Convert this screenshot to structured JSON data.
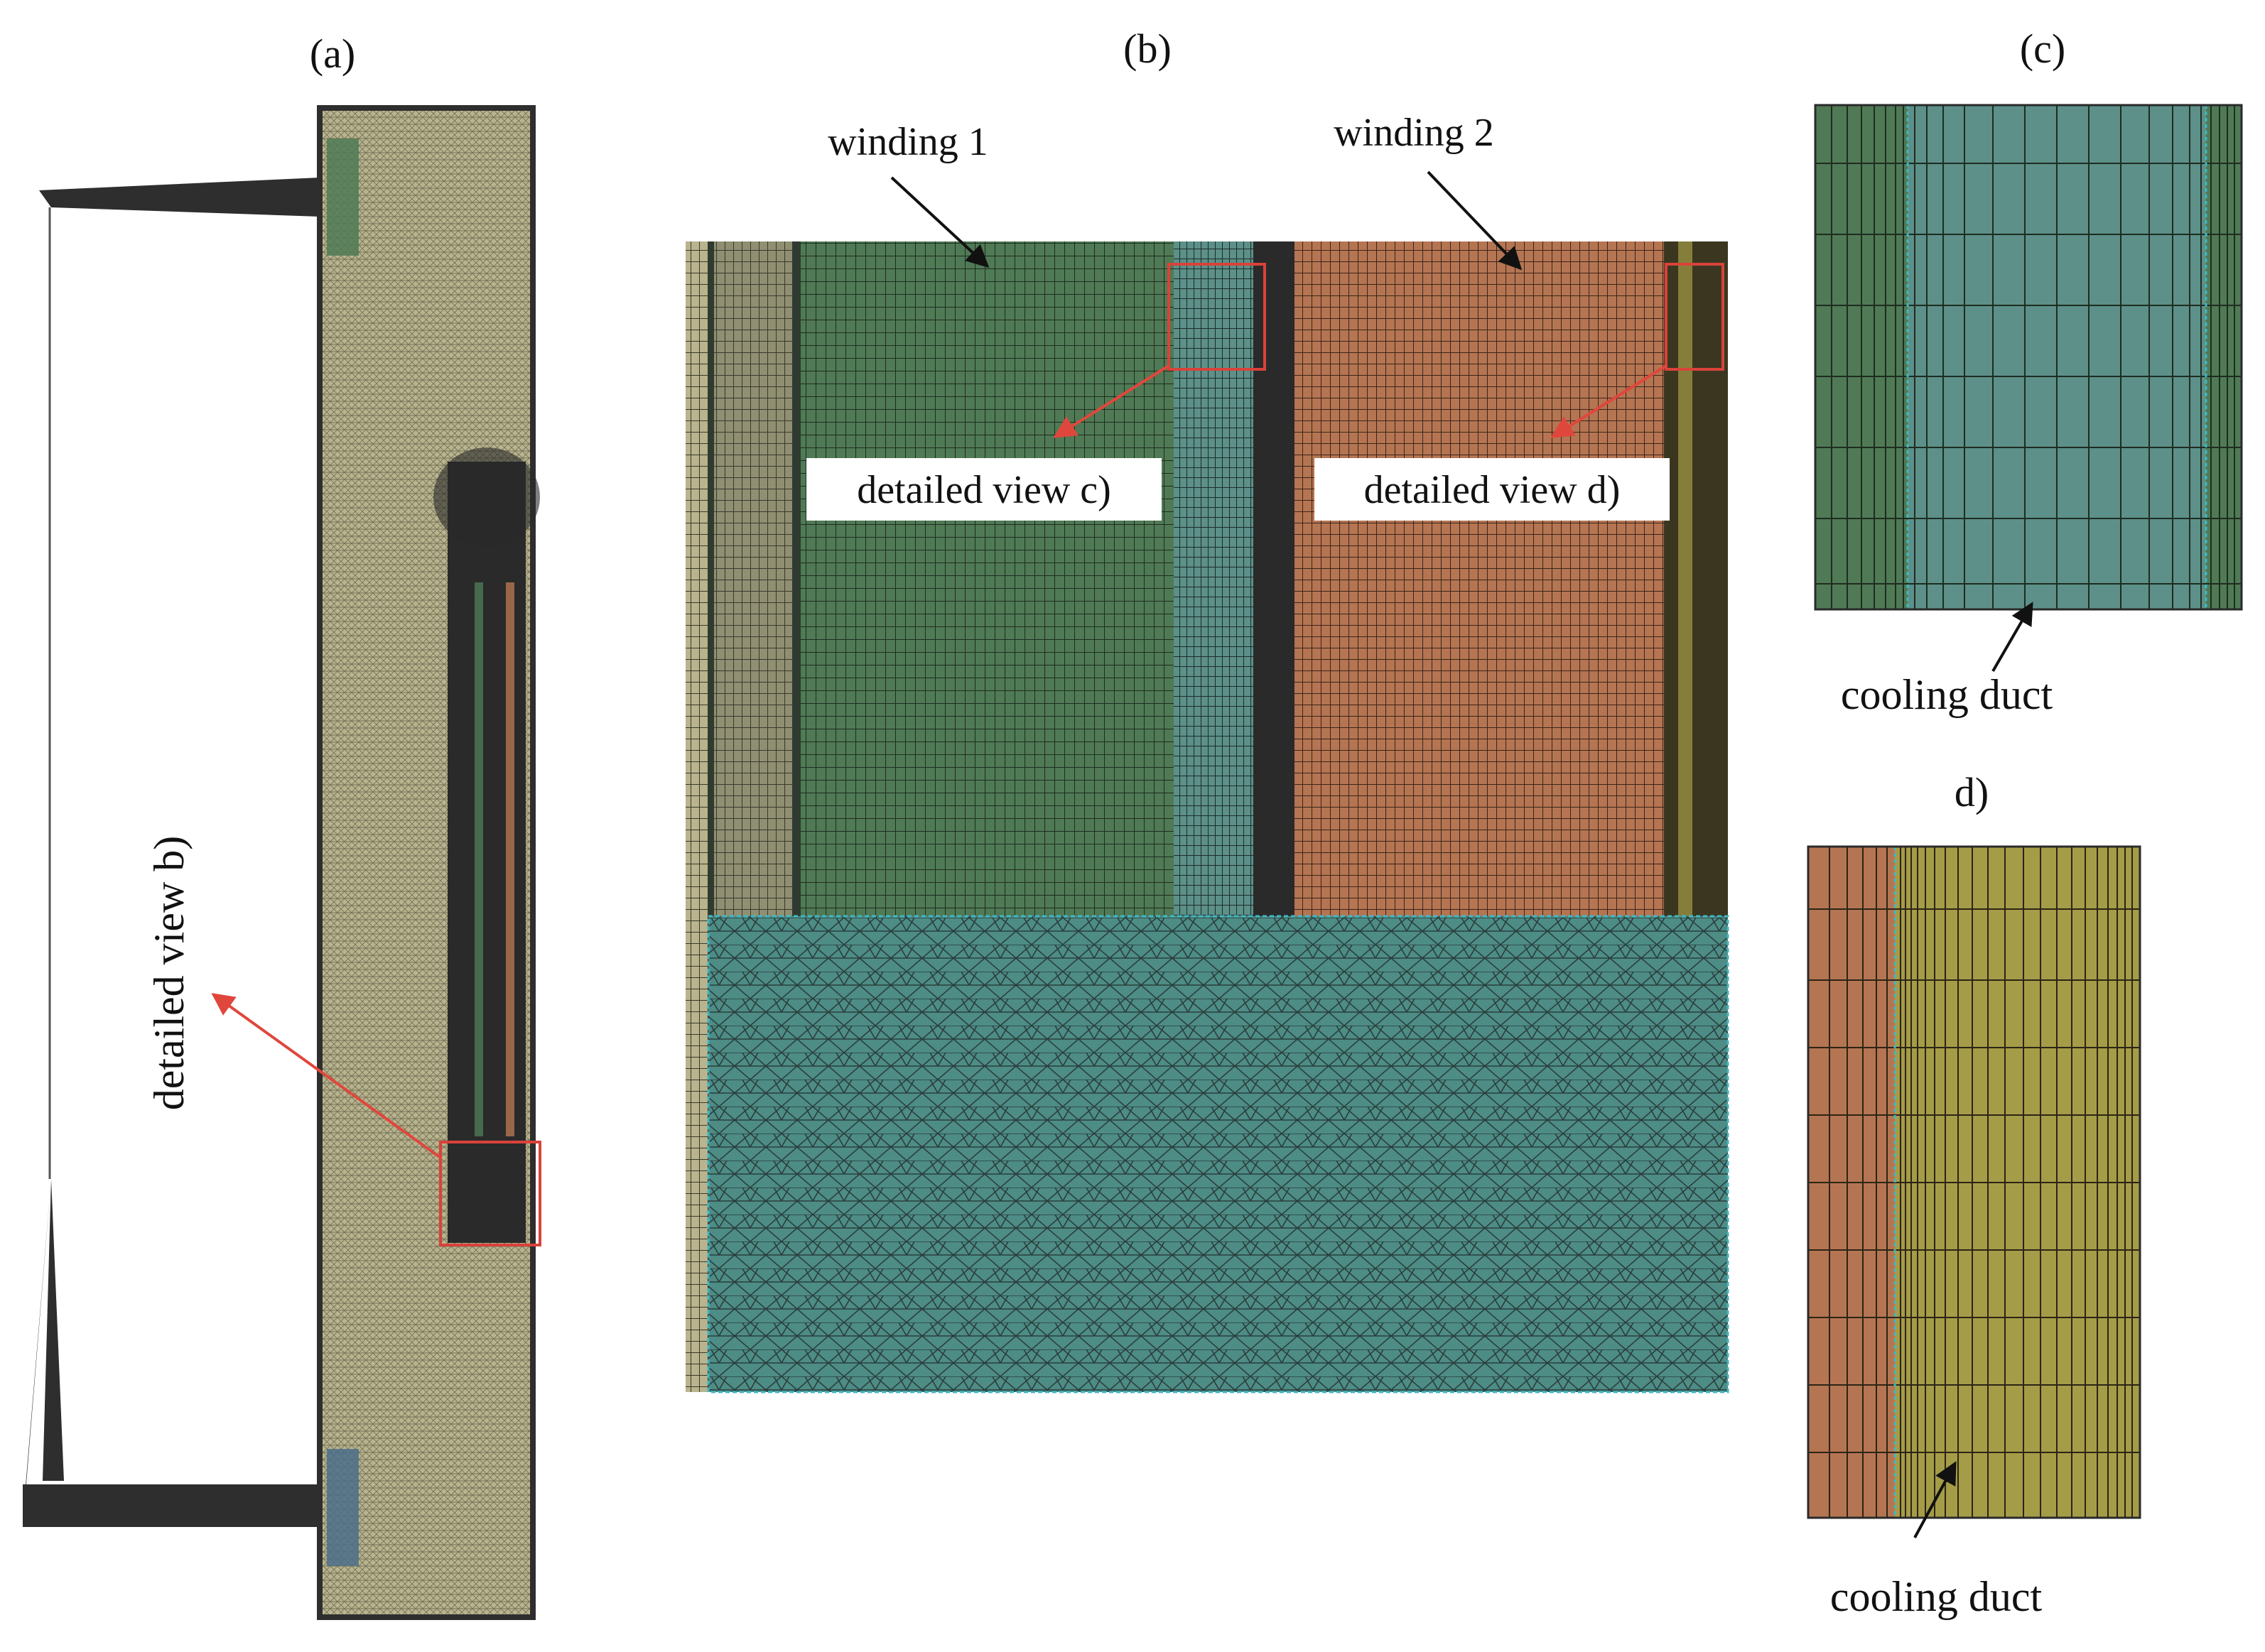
{
  "panels": {
    "a": {
      "label": "(a)",
      "callout": "detailed view b)"
    },
    "b": {
      "label": "(b)",
      "winding1": "winding 1",
      "winding2": "winding 2",
      "callout_c": "detailed view c)",
      "callout_d": "detailed view d)"
    },
    "c": {
      "label": "(c)",
      "annotation": "cooling duct"
    },
    "d": {
      "label": "d)",
      "annotation": "cooling duct"
    }
  },
  "colors": {
    "mesh_line": "#2b2b2b",
    "oil_region": "#b9b48e",
    "winding1": "#4f7a55",
    "winding2": "#b57552",
    "duct": "#5c9088",
    "bottom_region": "#4e8c86",
    "yellow_region": "#a59c47",
    "callout_red": "#e0473c",
    "outline_red": "#d9423a"
  }
}
